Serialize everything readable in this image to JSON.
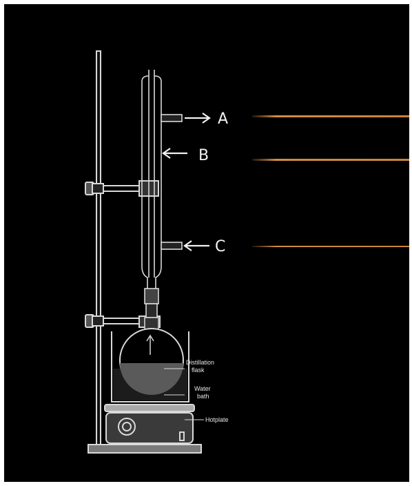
{
  "labels": {
    "a": "A",
    "b": "B",
    "c": "C",
    "distillation_flask": [
      "Distillation",
      "flask"
    ],
    "water_bath": [
      "Water",
      "bath"
    ],
    "hotplate": "Hotplate"
  },
  "colors": {
    "background": "#000000",
    "apparatus": "#d9d9d9",
    "pointer_lines": "#c8843a"
  }
}
